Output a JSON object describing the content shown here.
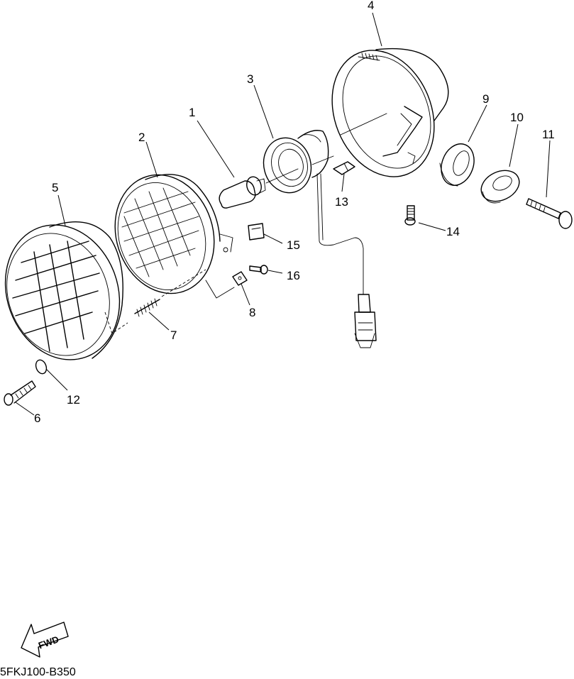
{
  "callouts": [
    {
      "id": "1",
      "label": "1"
    },
    {
      "id": "2",
      "label": "2"
    },
    {
      "id": "3",
      "label": "3"
    },
    {
      "id": "4",
      "label": "4"
    },
    {
      "id": "5",
      "label": "5"
    },
    {
      "id": "6",
      "label": "6"
    },
    {
      "id": "7",
      "label": "7"
    },
    {
      "id": "8",
      "label": "8"
    },
    {
      "id": "9",
      "label": "9"
    },
    {
      "id": "10",
      "label": "10"
    },
    {
      "id": "11",
      "label": "11"
    },
    {
      "id": "12",
      "label": "12"
    },
    {
      "id": "13",
      "label": "13"
    },
    {
      "id": "14",
      "label": "14"
    },
    {
      "id": "15",
      "label": "15"
    },
    {
      "id": "16",
      "label": "16"
    }
  ],
  "direction_marker": {
    "label": "FWD"
  },
  "diagram_code": "5FKJ100-B350"
}
